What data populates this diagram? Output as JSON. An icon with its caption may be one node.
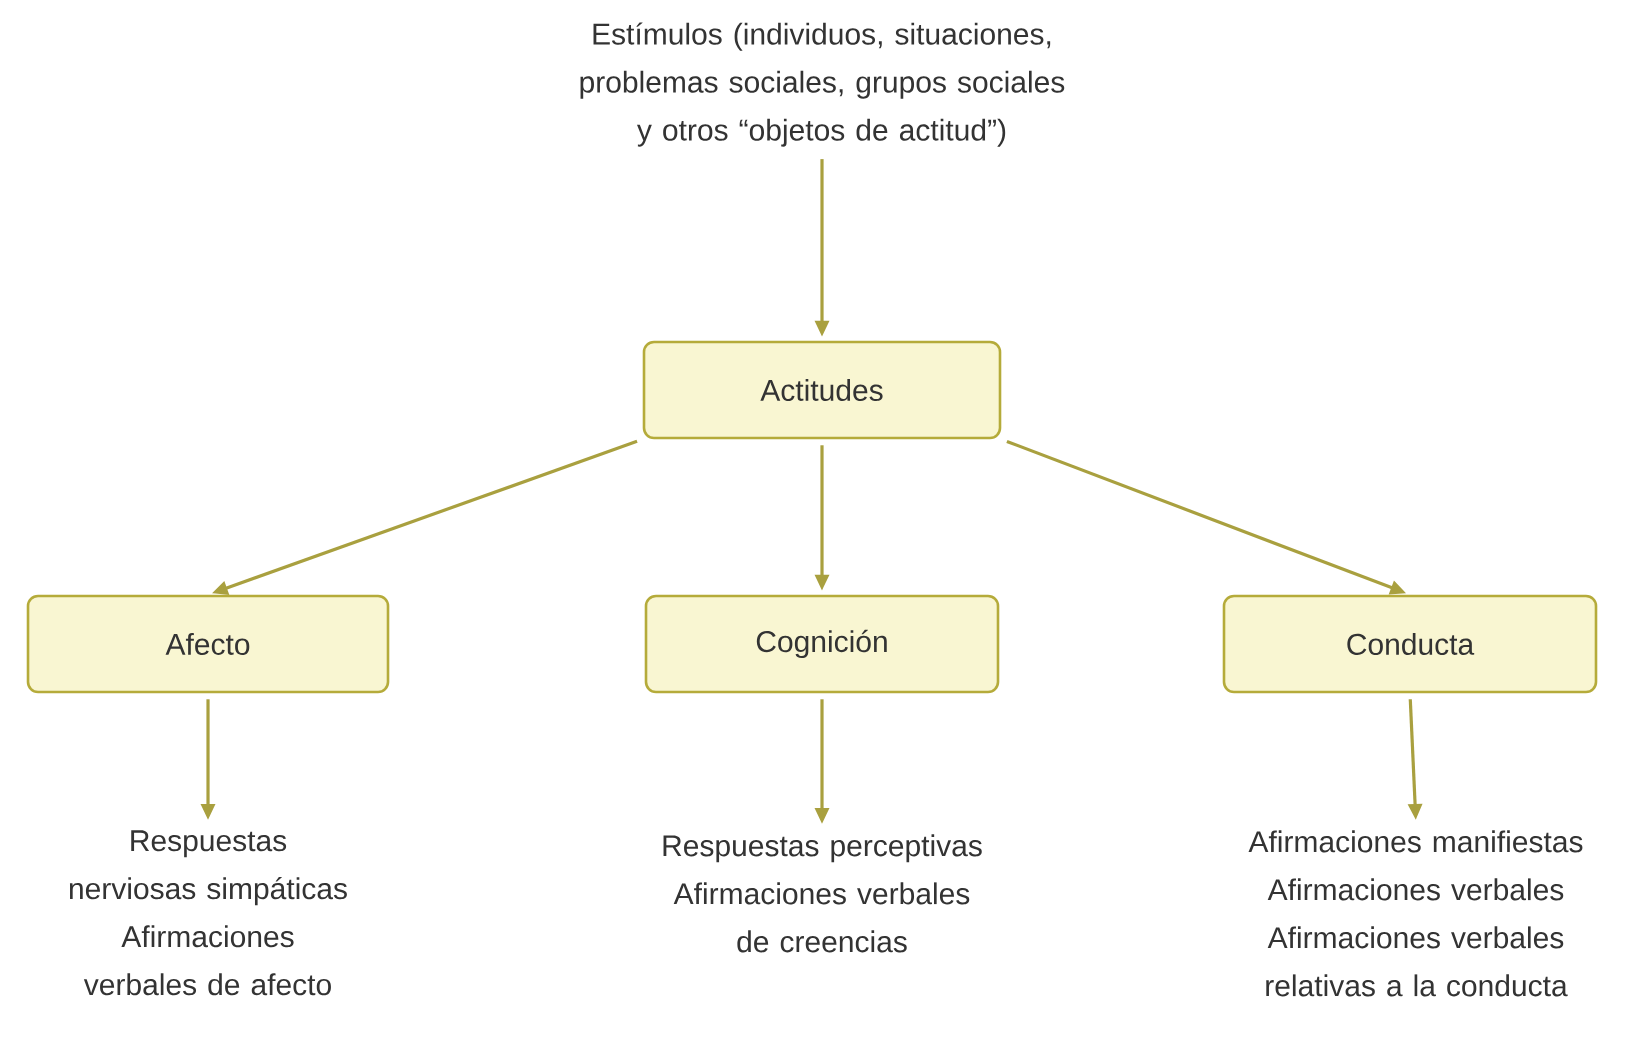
{
  "diagram": {
    "nodes": [
      {
        "text": [
          "Estímulos (individuos, situaciones, problemas sociales, grupos sociales y otros “objetos de actitud”)"
        ]
      },
      {
        "text": [
          "Actitudes"
        ]
      },
      {
        "text": [
          "Afecto"
        ]
      },
      {
        "text": [
          "Cognición"
        ]
      },
      {
        "text": [
          "Conducta"
        ]
      },
      {
        "text": [
          "Respuestas nerviosas simpáticas",
          "Afirmaciones verbales de afecto"
        ]
      },
      {
        "text": [
          "Respuestas perceptivas",
          "Afirmaciones verbales de creencias"
        ]
      },
      {
        "text": [
          "Afirmaciones manifiestas",
          "Afirmaciones verbales",
          "Afirmaciones verbales relativas a la conducta"
        ]
      }
    ],
    "edges": [
      {
        "from": 0,
        "to": 1,
        "arrow": "to"
      },
      {
        "from": 1,
        "to": 2,
        "arrow": "to"
      },
      {
        "from": 1,
        "to": 3,
        "arrow": "to"
      },
      {
        "from": 1,
        "to": 4,
        "arrow": "to"
      },
      {
        "from": 2,
        "to": 5,
        "arrow": "to"
      },
      {
        "from": 3,
        "to": 6,
        "arrow": "to"
      },
      {
        "from": 4,
        "to": 7,
        "arrow": "to"
      }
    ]
  }
}
